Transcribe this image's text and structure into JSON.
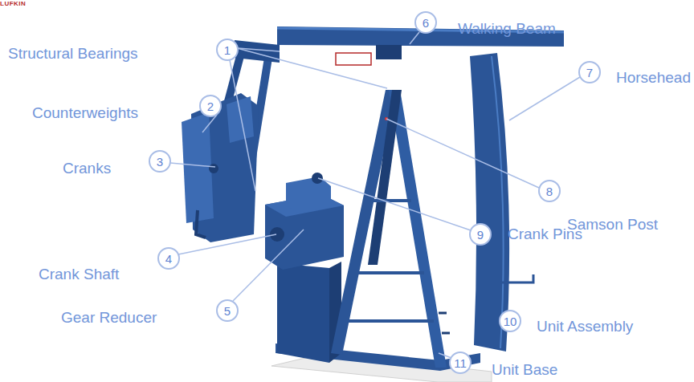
{
  "diagram": {
    "nodes": [
      {
        "text": [
          "1"
        ]
      },
      {
        "text": [
          "2"
        ]
      },
      {
        "text": [
          "3"
        ]
      },
      {
        "text": [
          "4"
        ]
      },
      {
        "text": [
          "5"
        ]
      },
      {
        "text": [
          "6"
        ]
      },
      {
        "text": [
          "7"
        ]
      },
      {
        "text": [
          "8"
        ]
      },
      {
        "text": [
          "9"
        ]
      },
      {
        "text": [
          "10"
        ]
      },
      {
        "text": [
          "11"
        ]
      }
    ],
    "labels": [
      "Structural Bearings",
      "Counterweights",
      "Cranks",
      "Crank Shaft",
      "Gear Reducer",
      "Walking Beam",
      "LUFKIN",
      "Horsehead",
      "Samson Post",
      "Crank Pins",
      "Unit Assembly",
      "Unit Base"
    ]
  }
}
